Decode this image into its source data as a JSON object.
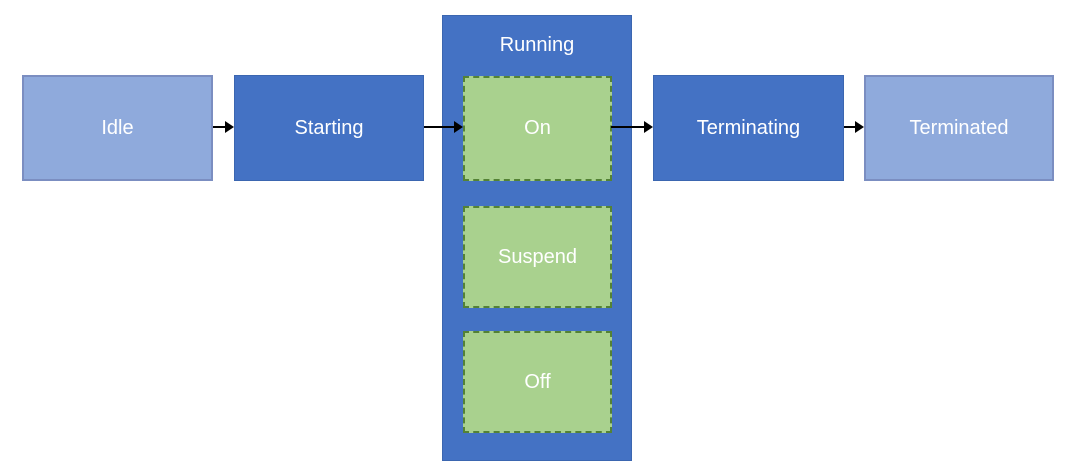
{
  "diagram": {
    "type": "state-flow-diagram",
    "nodes": {
      "idle": {
        "label": "Idle"
      },
      "starting": {
        "label": "Starting"
      },
      "running": {
        "label": "Running",
        "children": {
          "on": {
            "label": "On"
          },
          "suspend": {
            "label": "Suspend"
          },
          "off": {
            "label": "Off"
          }
        }
      },
      "terminating": {
        "label": "Terminating"
      },
      "terminated": {
        "label": "Terminated"
      }
    },
    "edges": [
      {
        "from": "Idle",
        "to": "Starting"
      },
      {
        "from": "Starting",
        "to": "Running/On"
      },
      {
        "from": "Running/On",
        "to": "Terminating"
      },
      {
        "from": "Terminating",
        "to": "Terminated"
      }
    ],
    "colors": {
      "light_blue_fill": "#8FAADC",
      "light_blue_border": "#7B8EC1",
      "medium_blue_fill": "#4472C4",
      "medium_blue_border": "#3B66B0",
      "green_fill": "#A9D18E",
      "green_border": "#548235",
      "arrow": "#000000",
      "text": "#FFFFFF",
      "background": "#FFFFFF"
    }
  }
}
